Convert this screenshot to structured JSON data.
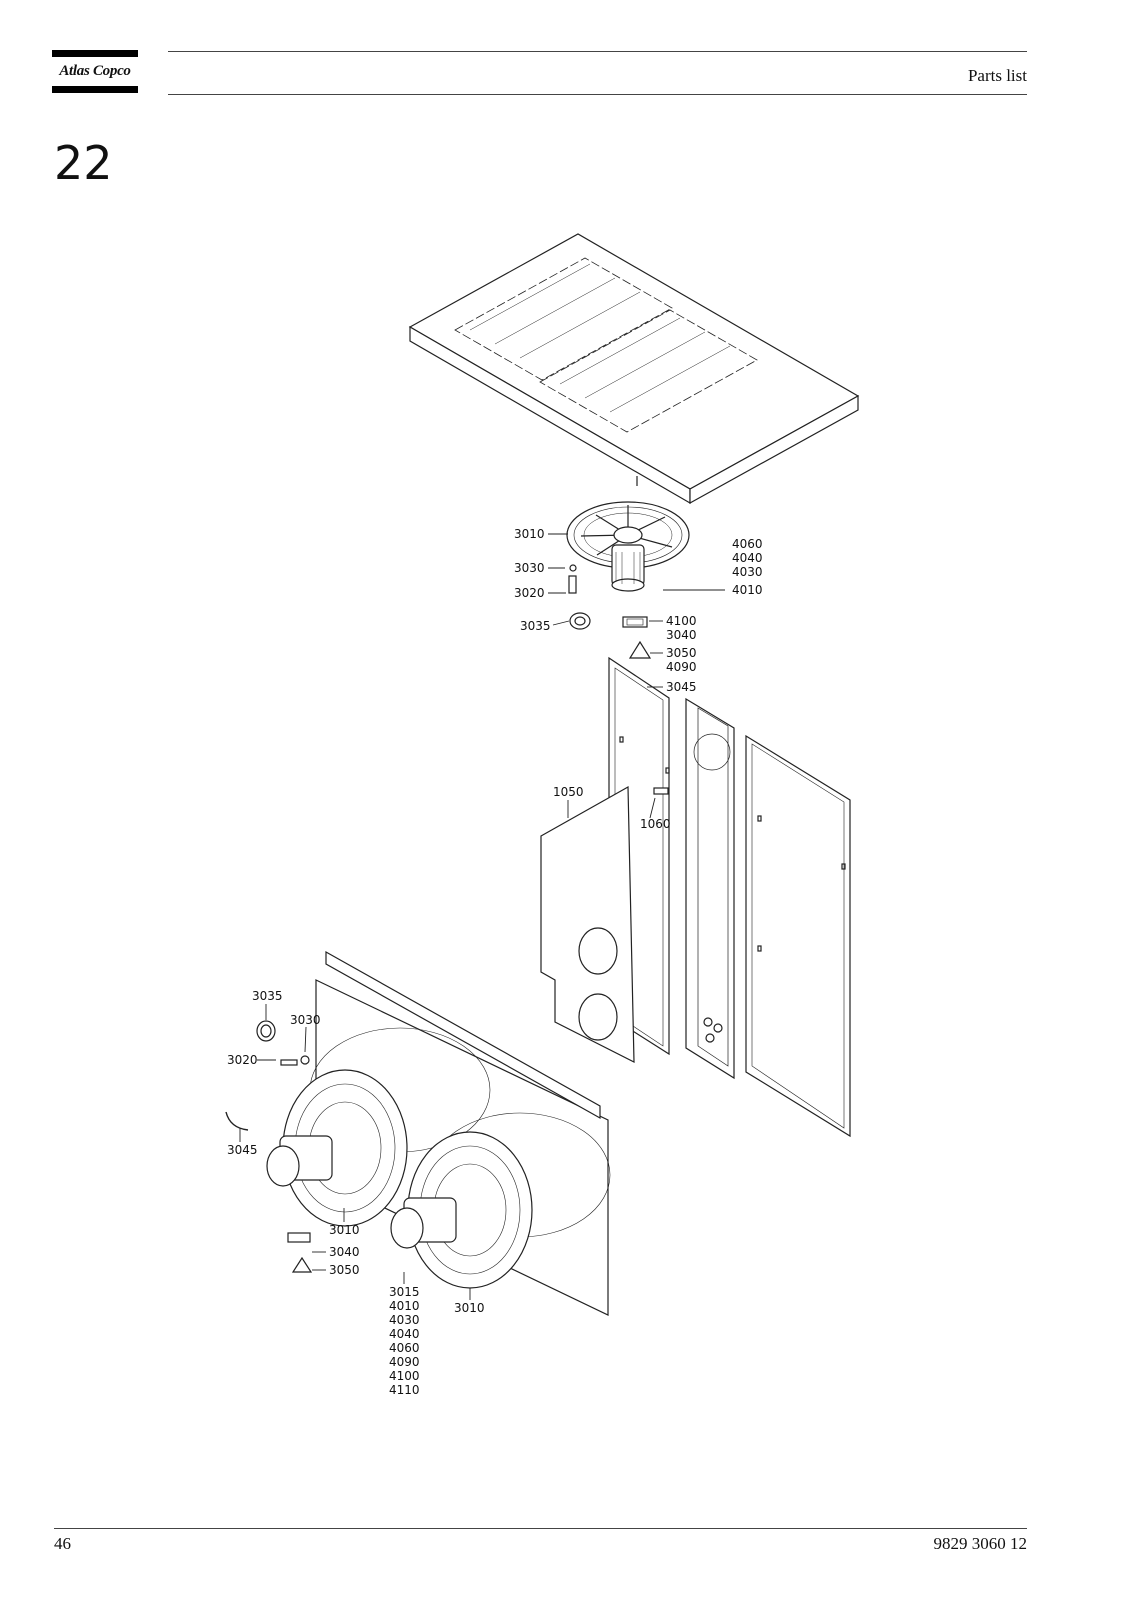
{
  "header": {
    "brand": "Atlas Copco",
    "title": "Parts list"
  },
  "section_number": "22",
  "drawing": {
    "callouts": {
      "top_3010": "3010",
      "top_3030": "3030",
      "top_3020": "3020",
      "top_3035": "3035",
      "top_4060": "4060",
      "top_4040": "4040",
      "top_4030": "4030",
      "top_4010": "4010",
      "top_4100": "4100",
      "top_3040": "3040",
      "top_3050": "3050",
      "top_4090": "4090",
      "top_3045": "3045",
      "mid_1050": "1050",
      "mid_1060": "1060",
      "low_3035": "3035",
      "low_3030": "3030",
      "low_3020": "3020",
      "low_3045": "3045",
      "low_3010_a": "3010",
      "low_3040": "3040",
      "low_3050": "3050",
      "low_3010_b": "3010",
      "low_3015": "3015",
      "low_4010": "4010",
      "low_4030": "4030",
      "low_4040": "4040",
      "low_4060": "4060",
      "low_4090": "4090",
      "low_4100": "4100",
      "low_4110": "4110"
    }
  },
  "footer": {
    "page_number": "46",
    "document_number": "9829 3060 12"
  }
}
